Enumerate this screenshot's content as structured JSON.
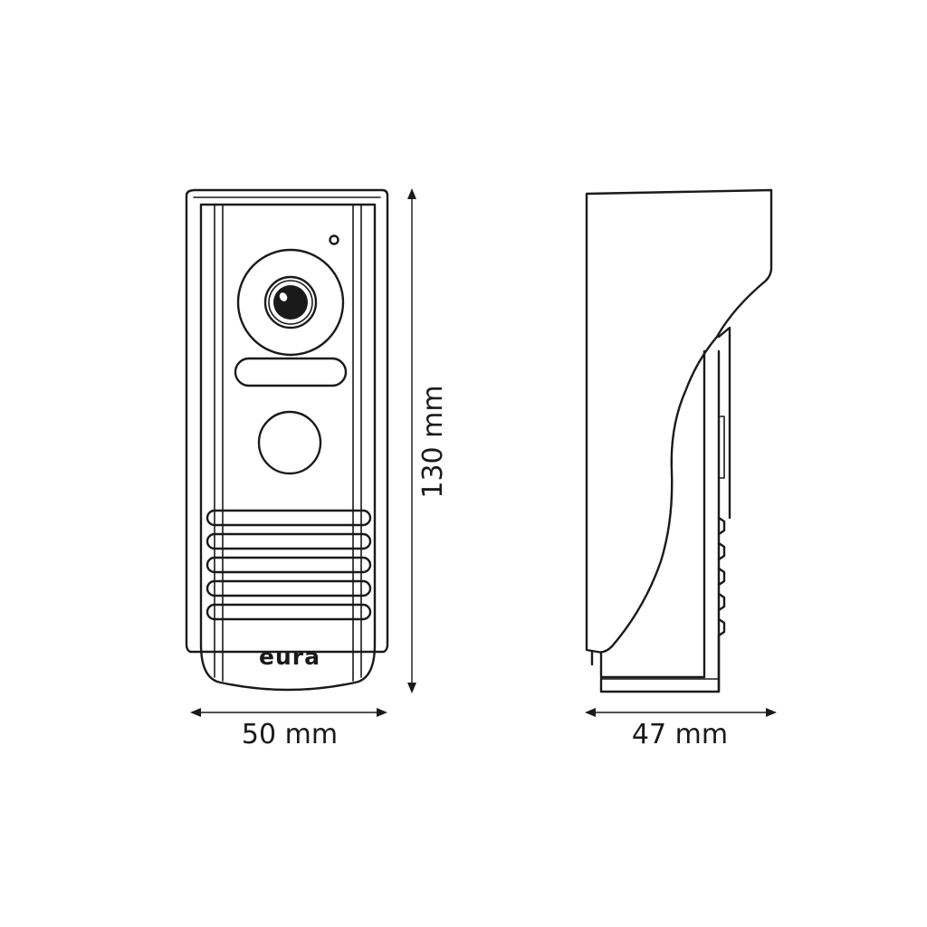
{
  "dimensions": {
    "height": "130 mm",
    "width": "50 mm",
    "depth": "47 mm"
  },
  "brand": {
    "logo_text": "eura"
  },
  "colors": {
    "line": "#1a1a1a",
    "background": "#ffffff"
  }
}
